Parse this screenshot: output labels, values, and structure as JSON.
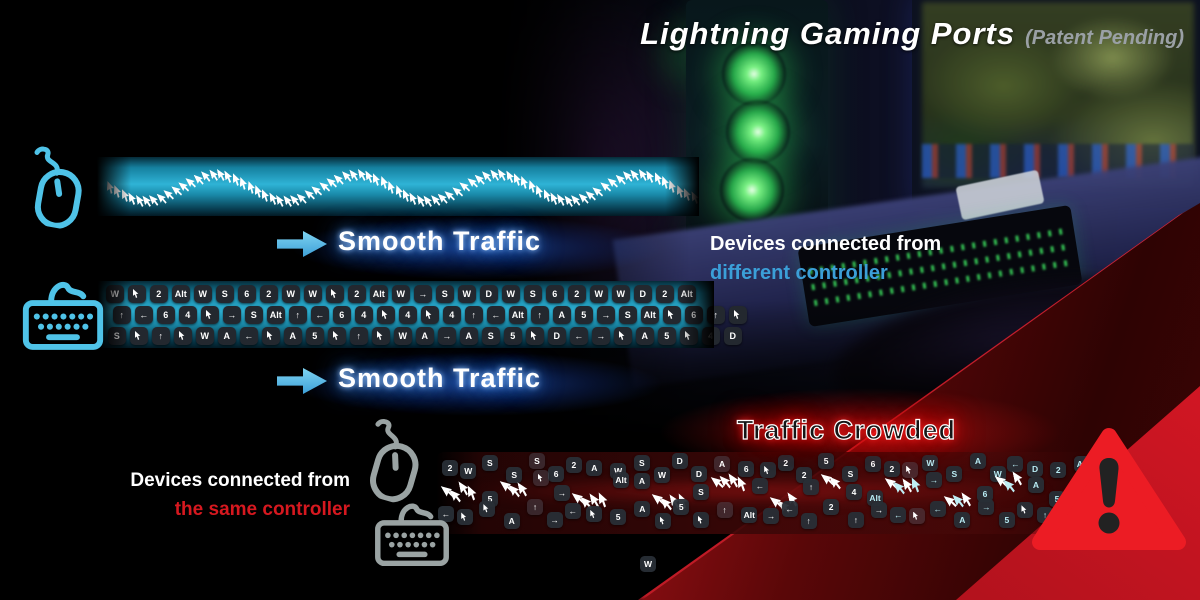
{
  "title": {
    "main": "Lightning Gaming Ports",
    "suffix": "(Patent Pending)"
  },
  "labels": {
    "smooth_traffic_1": "Smooth Traffic",
    "smooth_traffic_2": "Smooth Traffic",
    "traffic_crowded": "Traffic Crowded"
  },
  "captions": {
    "different": {
      "line1": "Devices connected from",
      "line2": "different controller"
    },
    "same": {
      "line1": "Devices connected from",
      "line2": "the same controller"
    }
  },
  "colors": {
    "accent_blue": "#49b4e8",
    "caption_blue": "#3b9fd8",
    "glow_blue": "#2f7bdc",
    "caption_red": "#d6181f",
    "warning_red": "#ec1c24",
    "bar_teal": "#2fb3d6"
  },
  "key_glyphs": {
    "up": "↑",
    "left": "←",
    "right": "→",
    "down": "↓"
  },
  "keyboard_bar": {
    "rows": [
      [
        "W",
        "cursor",
        "2",
        "Alt",
        "W",
        "S",
        "6",
        "2",
        "W",
        "W",
        "cursor",
        "2",
        "Alt",
        "W",
        "right",
        "S",
        "W",
        "D",
        "W",
        "S",
        "6",
        "2",
        "W",
        "W",
        "D",
        "2",
        "Alt"
      ],
      [
        "up",
        "left",
        "6",
        "4",
        "cursor",
        "right",
        "S",
        "Alt",
        "up",
        "left",
        "6",
        "4",
        "cursor",
        "4",
        "cursor",
        "4",
        "up",
        "left",
        "Alt",
        "up",
        "A",
        "5",
        "right",
        "S",
        "Alt",
        "cursor",
        "6",
        "up",
        "cursor"
      ],
      [
        "S",
        "cursor",
        "up",
        "cursor",
        "W",
        "A",
        "left",
        "cursor",
        "A",
        "5",
        "cursor",
        "up",
        "cursor",
        "W",
        "A",
        "right",
        "A",
        "S",
        "5",
        "cursor",
        "D",
        "left",
        "right",
        "cursor",
        "A",
        "5",
        "cursor",
        "4",
        "D"
      ]
    ]
  },
  "crowded_bar": {
    "top_keys": [
      "2",
      "W",
      "S",
      "S",
      "S",
      "6",
      "2",
      "A",
      "W",
      "S",
      "W",
      "D",
      "D",
      "A",
      "6",
      "cursor",
      "2",
      "2",
      "5",
      "S",
      "6",
      "2",
      "cursor",
      "W",
      "S",
      "A",
      "W",
      "left",
      "D",
      "2",
      "Alt"
    ],
    "bottom_keys": [
      "left",
      "cursor",
      "cursor",
      "A",
      "up",
      "right",
      "left",
      "cursor",
      "5",
      "A",
      "cursor",
      "5",
      "cursor",
      "up",
      "Alt",
      "right",
      "left",
      "up",
      "2",
      "up",
      "right",
      "left",
      "cursor",
      "left",
      "A",
      "right",
      "5",
      "cursor",
      "up",
      "4"
    ],
    "mid": [
      "c4",
      "5",
      "c3",
      "cursor",
      "right",
      "c4",
      "Alt",
      "A",
      "c4",
      "S",
      "c4",
      "left",
      "c3",
      "up",
      "c2",
      "4",
      "Alt",
      "c4",
      "right",
      "c3",
      "6",
      "c3",
      "A",
      "5",
      "left",
      "4"
    ],
    "stray_key": "W"
  }
}
